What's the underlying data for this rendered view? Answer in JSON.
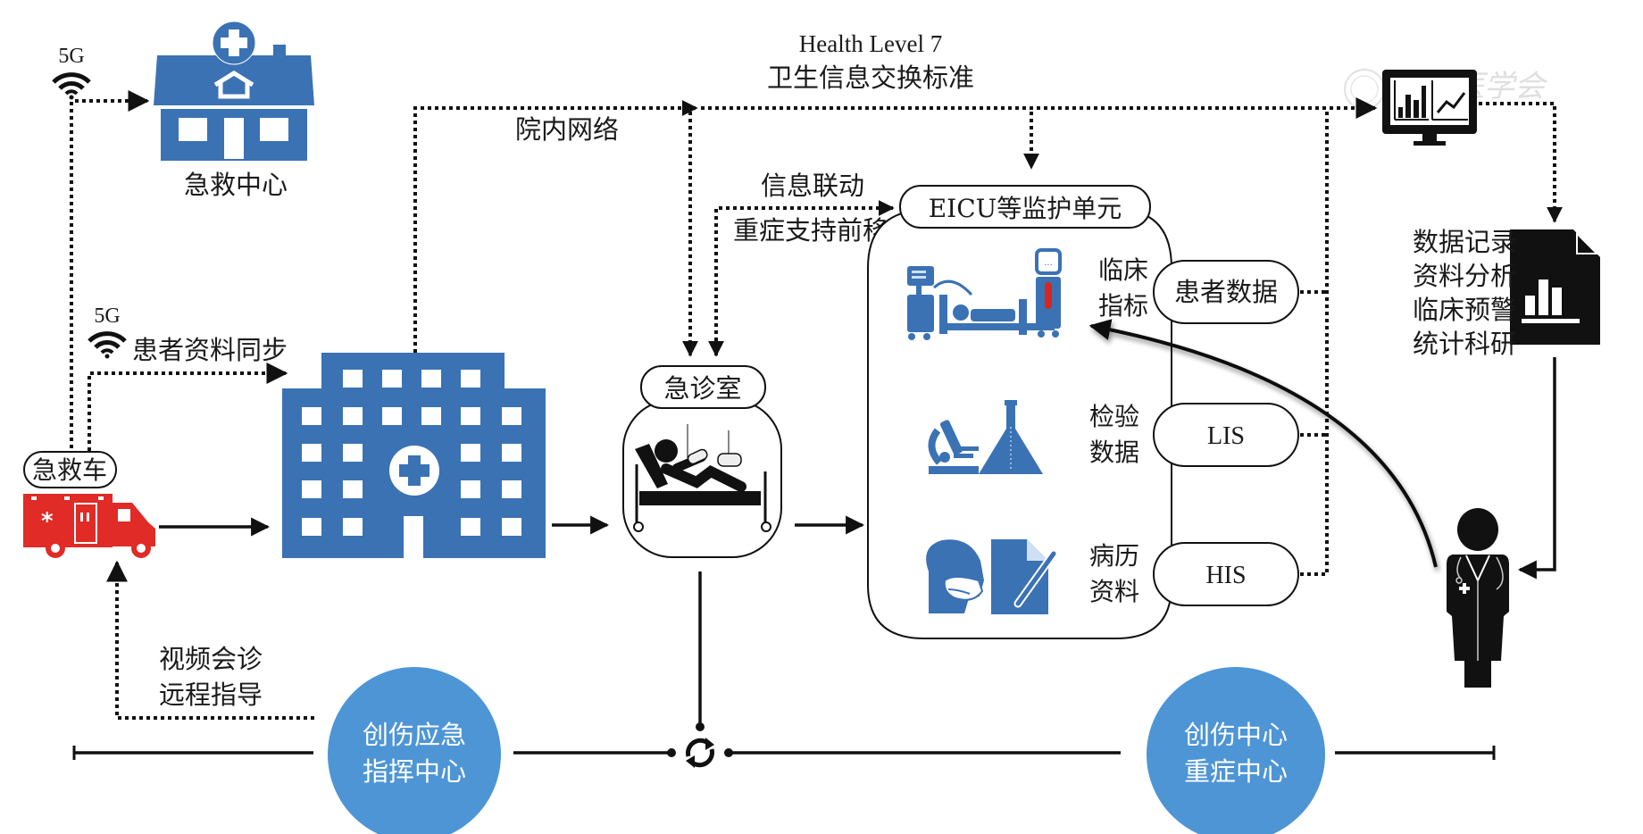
{
  "title": "创伤急救信息化一体化流程示意图",
  "colors": {
    "icon_blue": "#3A72B4",
    "circle_blue": "#4E95D5",
    "ambulance_red": "#E02B26",
    "line_black": "#111111",
    "monitor_red": "#D7261E"
  },
  "labels": {
    "top_5g": "5G",
    "side_5g": "5G",
    "emergency_center": "急救中心",
    "ambulance": "急救车",
    "patient_sync": "患者资料同步",
    "hospital_network": "院内网络",
    "hl7_line1": "Health Level 7",
    "hl7_line2": "卫生信息交换标准",
    "info_link_line1": "信息联动",
    "info_link_line2": "重症支持前移",
    "er_room": "急诊室",
    "eicu": "EICU等监护单元",
    "clinical_line1": "临床",
    "clinical_line2": "指标",
    "lab_line1": "检验",
    "lab_line2": "数据",
    "record_line1": "病历",
    "record_line2": "资料",
    "patient_data": "患者数据",
    "lis": "LIS",
    "his": "HIS",
    "analysis": [
      "数据记录",
      "资料分析",
      "临床预警",
      "统计科研"
    ],
    "video_line1": "视频会诊",
    "video_line2": "远程指导",
    "command_line1": "创伤应急",
    "command_line2": "指挥中心",
    "trauma_line1": "创伤中心",
    "trauma_line2": "重症中心",
    "watermark": "中华医学会"
  },
  "icons": {
    "wifi": "wifi-icon",
    "emergency_center": "house-medical-icon",
    "ambulance": "ambulance-icon",
    "hospital": "hospital-building-icon",
    "er_patient": "injured-patient-bed-icon",
    "icu_bed": "icu-bed-monitor-icon",
    "microscope": "microscope-icon",
    "flask": "flask-icon",
    "masked_head": "masked-head-icon",
    "document_edit": "document-pen-icon",
    "monitor_chart": "monitor-chart-icon",
    "report": "report-chart-icon",
    "doctor": "doctor-icon",
    "sync": "sync-icon"
  }
}
